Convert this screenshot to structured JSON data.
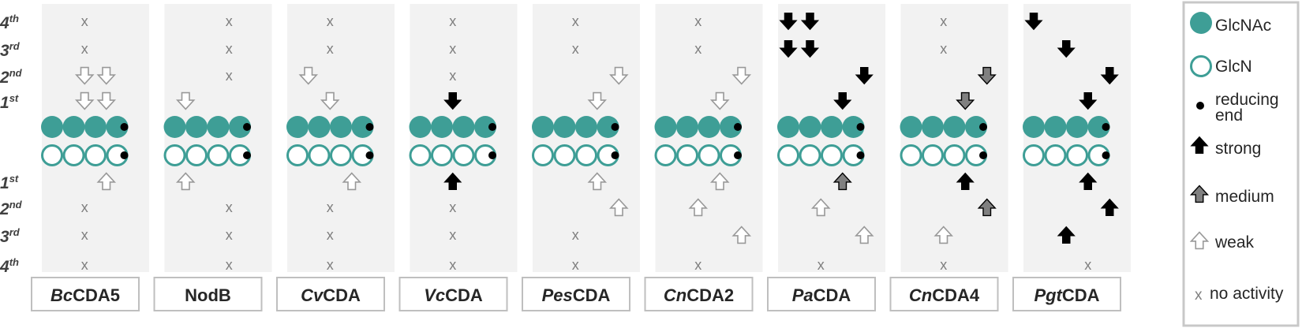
{
  "colors": {
    "teal": "#3e9e96",
    "panel_bg": "#f2f2f2",
    "label_border": "#bfbfbf",
    "strong_fill": "#000000",
    "medium_fill": "#808080",
    "weak_stroke": "#999999",
    "x_mark": "#7f7f7f",
    "row_label": "#404040",
    "legend_border": "#c8c8c8"
  },
  "row_labels": {
    "top": [
      {
        "num": "4",
        "sup": "th"
      },
      {
        "num": "3",
        "sup": "rd"
      },
      {
        "num": "2",
        "sup": "nd"
      },
      {
        "num": "1",
        "sup": "st"
      }
    ],
    "bottom": [
      {
        "num": "1",
        "sup": "st"
      },
      {
        "num": "2",
        "sup": "nd"
      },
      {
        "num": "3",
        "sup": "rd"
      },
      {
        "num": "4",
        "sup": "th"
      }
    ]
  },
  "marks": {
    "no_activity": "x",
    "levels": [
      "strong",
      "medium",
      "weak"
    ]
  },
  "enzymes": [
    {
      "prefix": "Bc",
      "suffix": "CDA5",
      "top": [
        [
          {
            "t": "x",
            "p": 1.5
          }
        ],
        [
          {
            "t": "x",
            "p": 1.5
          }
        ],
        [
          {
            "t": "weak",
            "p": 1.5
          },
          {
            "t": "weak",
            "p": 2.5
          }
        ],
        [
          {
            "t": "weak",
            "p": 1.5
          },
          {
            "t": "weak",
            "p": 2.5
          }
        ]
      ],
      "bottom": [
        [
          {
            "t": "weak",
            "p": 2.5
          }
        ],
        [
          {
            "t": "x",
            "p": 1.5
          }
        ],
        [
          {
            "t": "x",
            "p": 1.5
          }
        ],
        [
          {
            "t": "x",
            "p": 1.5
          }
        ]
      ]
    },
    {
      "prefix": "",
      "suffix": "NodB",
      "top": [
        [
          {
            "t": "x",
            "p": 2.5
          }
        ],
        [
          {
            "t": "x",
            "p": 2.5
          }
        ],
        [
          {
            "t": "x",
            "p": 2.5
          }
        ],
        [
          {
            "t": "weak",
            "p": 0.5
          }
        ]
      ],
      "bottom": [
        [
          {
            "t": "weak",
            "p": 0.5
          }
        ],
        [
          {
            "t": "x",
            "p": 2.5
          }
        ],
        [
          {
            "t": "x",
            "p": 2.5
          }
        ],
        [
          {
            "t": "x",
            "p": 2.5
          }
        ]
      ]
    },
    {
      "prefix": "Cv",
      "suffix": "CDA",
      "top": [
        [
          {
            "t": "x",
            "p": 1.5
          }
        ],
        [
          {
            "t": "x",
            "p": 1.5
          }
        ],
        [
          {
            "t": "weak",
            "p": 0.5
          }
        ],
        [
          {
            "t": "weak",
            "p": 1.5
          }
        ]
      ],
      "bottom": [
        [
          {
            "t": "weak",
            "p": 2.5
          }
        ],
        [
          {
            "t": "x",
            "p": 1.5
          }
        ],
        [
          {
            "t": "x",
            "p": 1.5
          }
        ],
        [
          {
            "t": "x",
            "p": 1.5
          }
        ]
      ]
    },
    {
      "prefix": "Vc",
      "suffix": "CDA",
      "top": [
        [
          {
            "t": "x",
            "p": 1.5
          }
        ],
        [
          {
            "t": "x",
            "p": 1.5
          }
        ],
        [
          {
            "t": "x",
            "p": 1.5
          }
        ],
        [
          {
            "t": "strong",
            "p": 1.5
          }
        ]
      ],
      "bottom": [
        [
          {
            "t": "strong",
            "p": 1.5
          }
        ],
        [
          {
            "t": "x",
            "p": 1.5
          }
        ],
        [
          {
            "t": "x",
            "p": 1.5
          }
        ],
        [
          {
            "t": "x",
            "p": 1.5
          }
        ]
      ]
    },
    {
      "prefix": "Pes",
      "suffix": "CDA",
      "top": [
        [
          {
            "t": "x",
            "p": 1.5
          }
        ],
        [
          {
            "t": "x",
            "p": 1.5
          }
        ],
        [
          {
            "t": "weak",
            "p": 3.5
          }
        ],
        [
          {
            "t": "weak",
            "p": 2.5
          }
        ]
      ],
      "bottom": [
        [
          {
            "t": "weak",
            "p": 2.5
          }
        ],
        [
          {
            "t": "weak",
            "p": 3.5
          }
        ],
        [
          {
            "t": "x",
            "p": 1.5
          }
        ],
        [
          {
            "t": "x",
            "p": 1.5
          }
        ]
      ]
    },
    {
      "prefix": "Cn",
      "suffix": "CDA2",
      "top": [
        [
          {
            "t": "x",
            "p": 1.5
          }
        ],
        [
          {
            "t": "x",
            "p": 1.5
          }
        ],
        [
          {
            "t": "weak",
            "p": 3.5
          }
        ],
        [
          {
            "t": "weak",
            "p": 2.5
          }
        ]
      ],
      "bottom": [
        [
          {
            "t": "weak",
            "p": 2.5
          }
        ],
        [
          {
            "t": "weak",
            "p": 1.5
          }
        ],
        [
          {
            "t": "weak",
            "p": 3.5
          }
        ],
        [
          {
            "t": "x",
            "p": 1.5
          }
        ]
      ]
    },
    {
      "prefix": "Pa",
      "suffix": "CDA",
      "top": [
        [
          {
            "t": "strong",
            "p": 0
          },
          {
            "t": "strong",
            "p": 1
          }
        ],
        [
          {
            "t": "strong",
            "p": 0
          },
          {
            "t": "strong",
            "p": 1
          }
        ],
        [
          {
            "t": "strong",
            "p": 3.5
          }
        ],
        [
          {
            "t": "strong",
            "p": 2.5
          }
        ]
      ],
      "bottom": [
        [
          {
            "t": "medium",
            "p": 2.5
          }
        ],
        [
          {
            "t": "weak",
            "p": 1.5
          }
        ],
        [
          {
            "t": "weak",
            "p": 3.5
          }
        ],
        [
          {
            "t": "x",
            "p": 1.5
          }
        ]
      ]
    },
    {
      "prefix": "Cn",
      "suffix": "CDA4",
      "top": [
        [
          {
            "t": "x",
            "p": 1.5
          }
        ],
        [
          {
            "t": "x",
            "p": 1.5
          }
        ],
        [
          {
            "t": "medium",
            "p": 3.5
          }
        ],
        [
          {
            "t": "medium",
            "p": 2.5
          }
        ]
      ],
      "bottom": [
        [
          {
            "t": "strong",
            "p": 2.5
          }
        ],
        [
          {
            "t": "medium",
            "p": 3.5
          }
        ],
        [
          {
            "t": "weak",
            "p": 1.5
          }
        ],
        [
          {
            "t": "x",
            "p": 1.5
          }
        ]
      ]
    },
    {
      "prefix": "Pgt",
      "suffix": "CDA",
      "top": [
        [
          {
            "t": "strong",
            "p": 0
          }
        ],
        [
          {
            "t": "strong",
            "p": 1.5
          }
        ],
        [
          {
            "t": "strong",
            "p": 3.5
          }
        ],
        [
          {
            "t": "strong",
            "p": 2.5
          }
        ]
      ],
      "bottom": [
        [
          {
            "t": "strong",
            "p": 2.5
          }
        ],
        [
          {
            "t": "strong",
            "p": 3.5
          }
        ],
        [
          {
            "t": "strong",
            "p": 1.5
          }
        ],
        [
          {
            "t": "x",
            "p": 2.5
          }
        ]
      ]
    }
  ],
  "legend": {
    "glcnac": "GlcNAc",
    "glcn": "GlcN",
    "reducing_line1": "reducing",
    "reducing_line2": "end",
    "strong": "strong",
    "medium": "medium",
    "weak": "weak",
    "x_symbol": "x",
    "no_activity": "no activity"
  }
}
